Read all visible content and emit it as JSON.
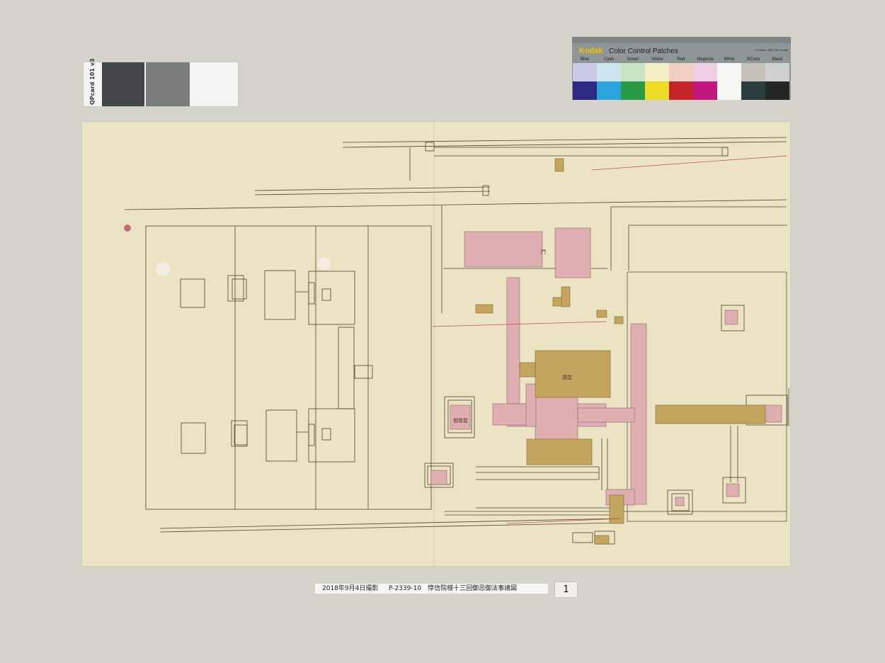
{
  "gray_card": {
    "label": "QPcard 101 v3",
    "patches": [
      {
        "name": "dark",
        "color": "#444548"
      },
      {
        "name": "mid",
        "color": "#7b7c7e"
      },
      {
        "name": "white",
        "color": "#f4f4f2"
      }
    ]
  },
  "kodak_strip": {
    "brand": "Kodak",
    "title": "Color Control Patches",
    "note": "© Kodak, 2007 TM: Kodak",
    "patches": [
      {
        "label": "Blue",
        "light": "#c9c9e6",
        "dark": "#2c2a83"
      },
      {
        "label": "Cyan",
        "light": "#cde5ef",
        "dark": "#2ba3dd"
      },
      {
        "label": "Green",
        "light": "#c9e4c5",
        "dark": "#2a9a46"
      },
      {
        "label": "Yellow",
        "light": "#f0efc6",
        "dark": "#eedb28"
      },
      {
        "label": "Red",
        "light": "#f1cfc5",
        "dark": "#c4242a"
      },
      {
        "label": "Magenta",
        "light": "#efcfe4",
        "dark": "#c2177f"
      },
      {
        "label": "White",
        "light": "#f7f7f5",
        "dark": "#f7f7f5"
      },
      {
        "label": "3/Color",
        "light": "#c6c1ba",
        "dark": "#2c3e3f"
      },
      {
        "label": "Black",
        "light": "#cfd0d0",
        "dark": "#262526"
      }
    ]
  },
  "map": {
    "colors": {
      "paper": "#ece2c4",
      "ink": "#4d4438",
      "pink": "#dfaeb0",
      "gold": "#c4a55e",
      "red_line": "#c2434a"
    },
    "labels": {
      "north_gate": "門",
      "lecture_hall": "講堂",
      "mausoleum": "御霊屋"
    }
  },
  "caption": {
    "date": "2018年9月4日撮影",
    "title": "P-2339-10　惇信院様十三回御忌御法事諸図"
  },
  "page_number": "1"
}
